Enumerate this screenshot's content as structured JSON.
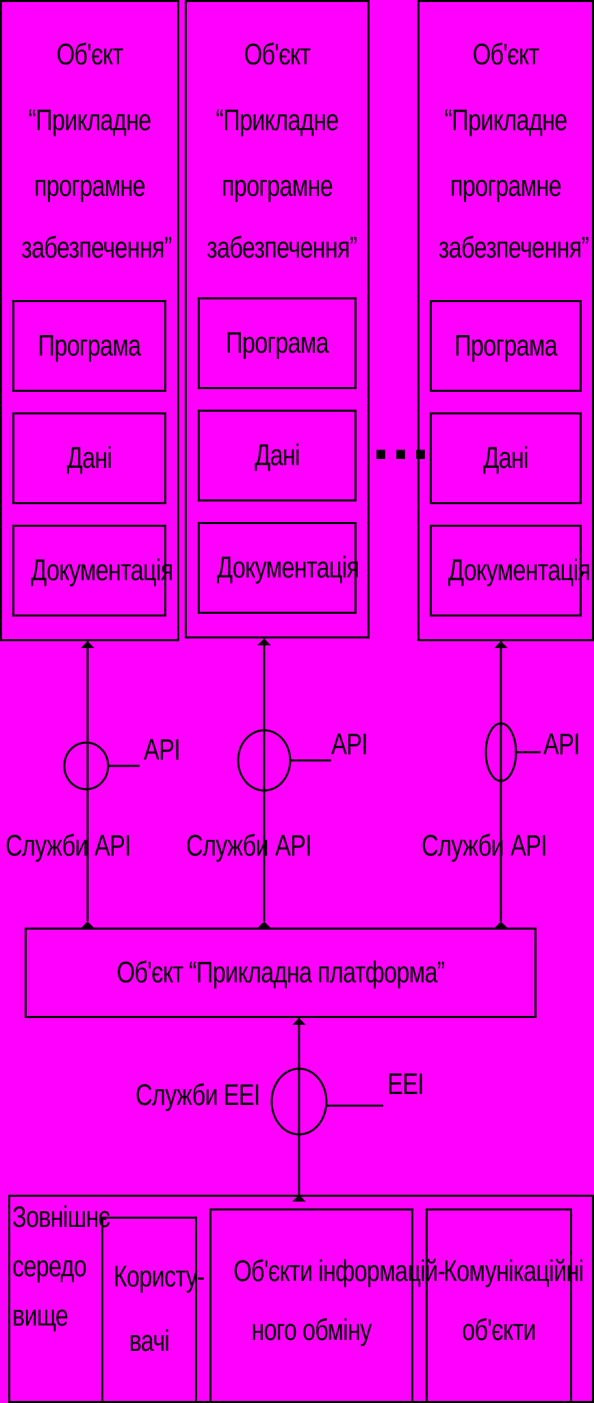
{
  "modules": [
    {
      "title": [
        "Об'єкт",
        "“Прикладне",
        "програмне",
        "забезпечення”"
      ],
      "program": "Програма",
      "data": "Дані",
      "docs": "Документація"
    },
    {
      "title": [
        "Об'єкт",
        "“Прикладне",
        "програмне",
        "забезпечення”"
      ],
      "program": "Програма",
      "data": "Дані",
      "docs": "Документація"
    },
    {
      "title": [
        "Об'єкт",
        "“Прикладне",
        "програмне",
        "забезпечення”"
      ],
      "program": "Програма",
      "data": "Дані",
      "docs": "Документація"
    }
  ],
  "ellipsis": "...",
  "api": {
    "label": "API",
    "services": "Служби",
    "services_api": "API"
  },
  "platform": "Об'єкт “Прикладна платформа”",
  "eei": {
    "label": "EEI",
    "services": "Служби EEI"
  },
  "environment": {
    "title": [
      "Зовнішнє",
      "середо",
      "вище"
    ],
    "users": [
      "Користу-",
      "вачі"
    ],
    "info": [
      "Об'єкти інформацій-",
      "ного обміну"
    ],
    "comm": [
      "Комунікаційні",
      "об'єкти"
    ]
  }
}
